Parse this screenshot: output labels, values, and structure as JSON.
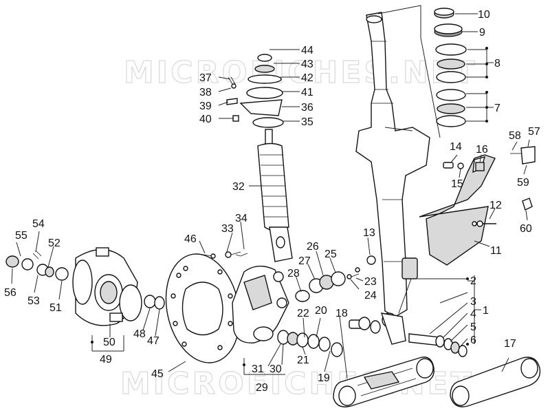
{
  "watermark": {
    "text_top": "MICROFICHES.NET",
    "text_bottom": "MICROFICHES.NET"
  },
  "callouts": {
    "c1": "1",
    "c2": "2",
    "c3": "3",
    "c4": "4",
    "c5": "5",
    "c6": "6",
    "c7": "7",
    "c8": "8",
    "c9": "9",
    "c10": "10",
    "c11": "11",
    "c12": "12",
    "c13": "13",
    "c14": "14",
    "c15": "15",
    "c16": "16",
    "c17": "17",
    "c18": "18",
    "c19": "19",
    "c20": "20",
    "c21": "21",
    "c22": "22",
    "c23": "23",
    "c24": "24",
    "c25": "25",
    "c26": "26",
    "c27": "27",
    "c28": "28",
    "c29": "29",
    "c30": "30",
    "c31": "31",
    "c32": "32",
    "c33": "33",
    "c34": "34",
    "c35": "35",
    "c36": "36",
    "c37": "37",
    "c38": "38",
    "c39": "39",
    "c40": "40",
    "c41": "41",
    "c42": "42",
    "c43": "43",
    "c44": "44",
    "c45": "45",
    "c46": "46",
    "c47": "47",
    "c48": "48",
    "c49": "49",
    "c50": "50",
    "c51": "51",
    "c52": "52",
    "c53": "53",
    "c54": "54",
    "c55": "55",
    "c56": "56",
    "c57": "57",
    "c58": "58",
    "c59": "59",
    "c60": "60"
  }
}
